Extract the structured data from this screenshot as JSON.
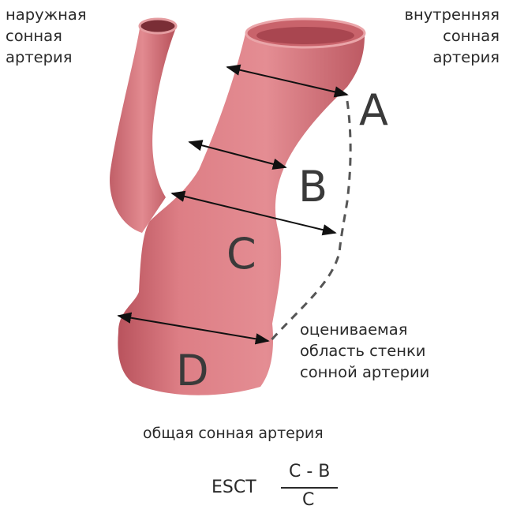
{
  "labels": {
    "external": [
      "наружная",
      "сонная",
      "артерия"
    ],
    "internal": [
      "внутренняя",
      "сонная",
      "артерия"
    ],
    "wall": [
      "оцениваемая",
      "область стенки",
      "сонной артерии"
    ],
    "common": "общая сонная  артерия"
  },
  "points": {
    "a": "A",
    "b": "B",
    "c": "C",
    "d": "D"
  },
  "formula": {
    "lhs": "ESCT",
    "numerator": "C - B",
    "denominator": "C"
  },
  "colors": {
    "vessel": "#d9767c",
    "vessel_dark": "#a94a53",
    "line": "#555555"
  }
}
